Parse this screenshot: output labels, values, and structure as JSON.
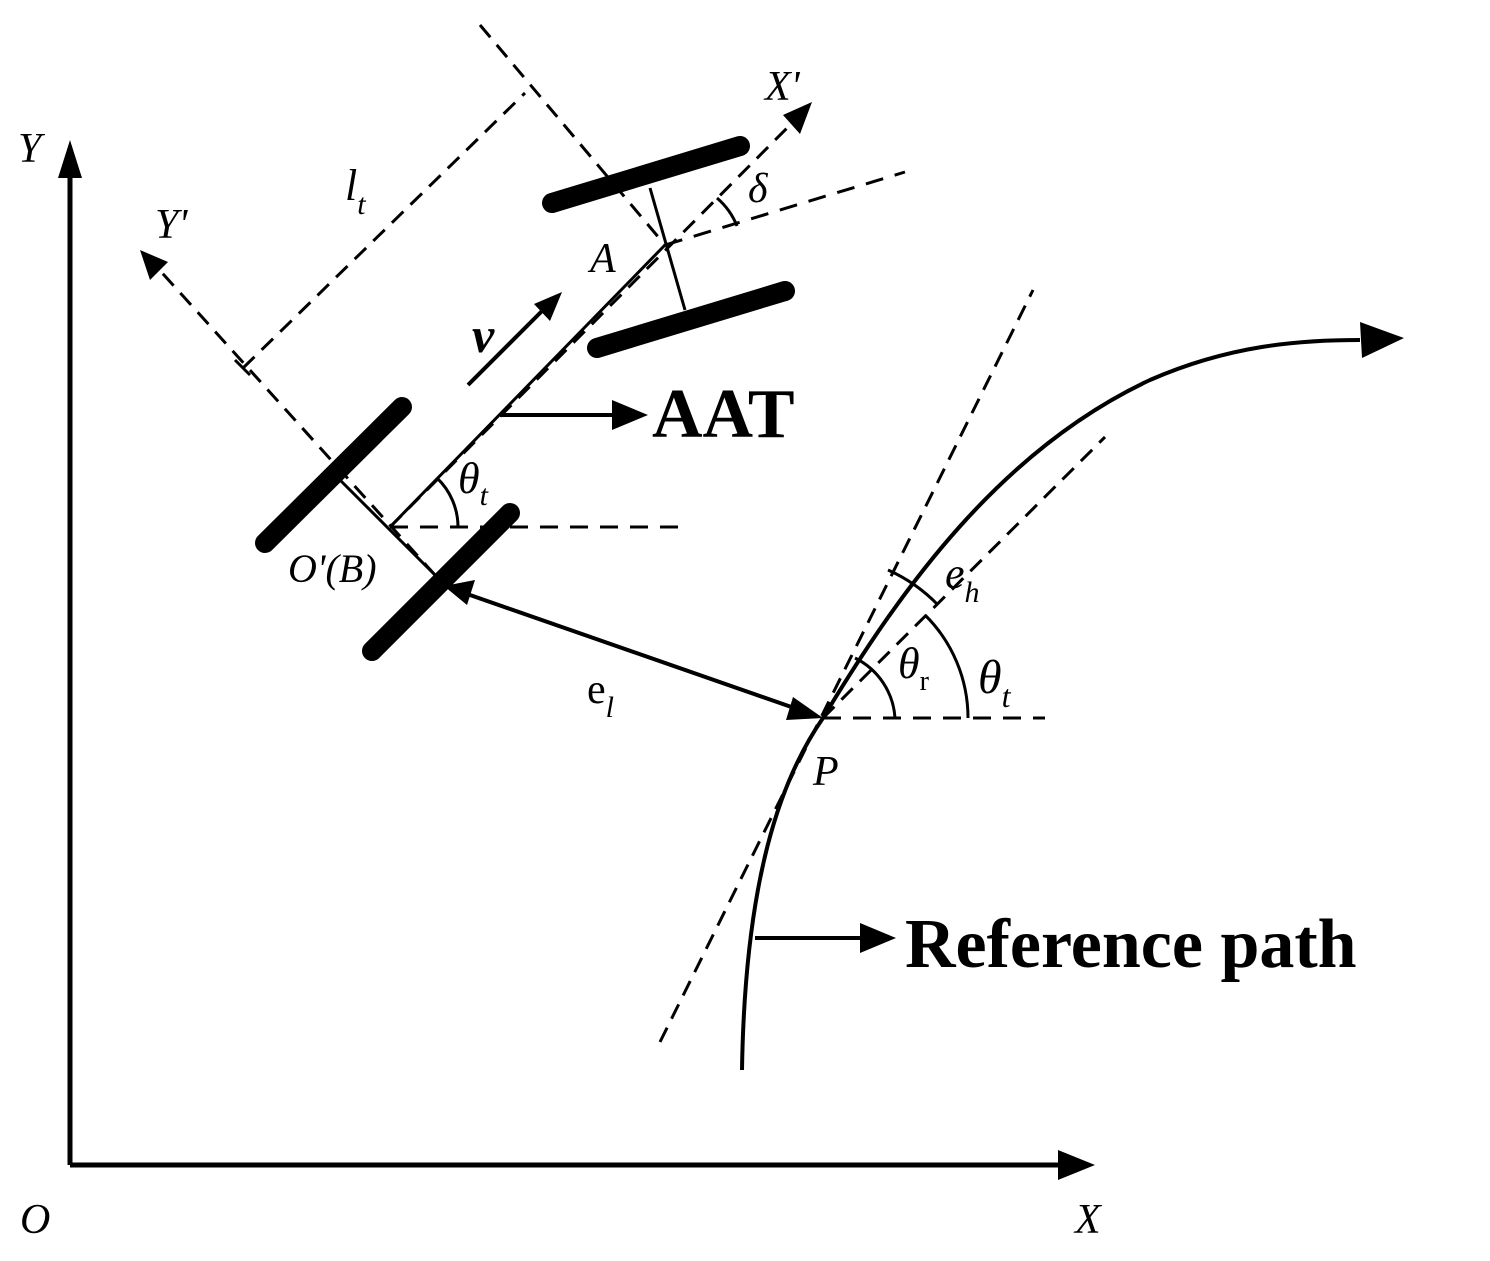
{
  "labels": {
    "y_axis": "Y",
    "x_axis": "X",
    "origin": "O",
    "x_prime": "X'",
    "y_prime": "Y'",
    "l": "l",
    "l_sub": "t",
    "delta": "δ",
    "point_a": "A",
    "velocity": "v",
    "aat": "AAT",
    "theta": "θ",
    "theta_sub": "t",
    "body_origin": "O'(B)",
    "e_lat": "e",
    "e_lat_sub": "l",
    "e_head": "e",
    "e_head_sub": "h",
    "theta_r": "θ",
    "theta_r_sub": "r",
    "theta_t2": "θ",
    "theta_t2_sub": "t",
    "point_p": "P",
    "reference_path": "Reference path"
  },
  "colors": {
    "ink": "#000000",
    "background": "#ffffff"
  }
}
